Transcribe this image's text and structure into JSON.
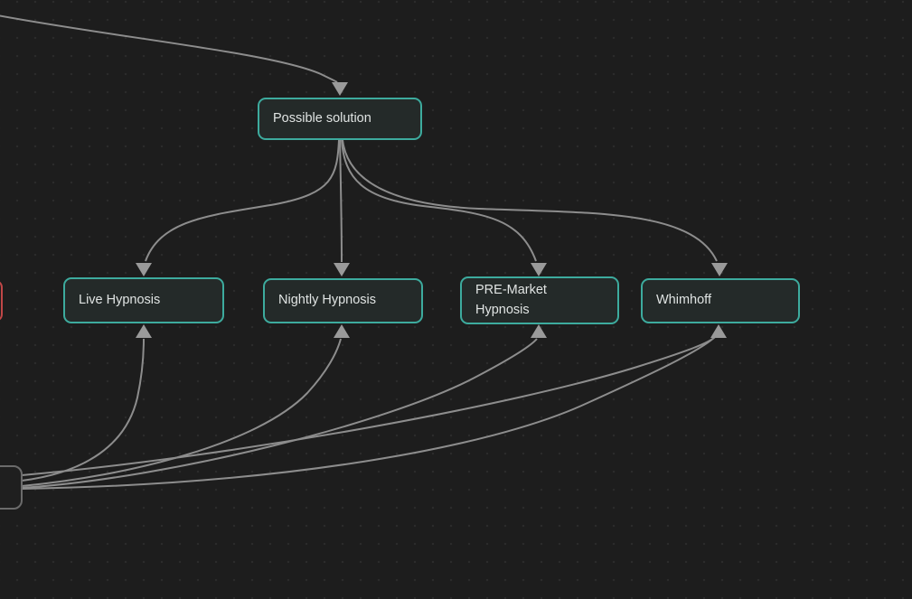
{
  "canvas": {
    "app_hint": "mind-map canvas with dot grid",
    "colors": {
      "background": "#1d1d1d",
      "grid_dot": "#2b2b2b",
      "node_fill": "#242a29",
      "node_border_accent": "#3dab9e",
      "partial_node_border_grey": "#6b6b6b",
      "partial_node_border_red": "#c04747",
      "edge": "#8d8d8d",
      "arrowhead": "#9a9a9a",
      "text": "#e0e4e3"
    },
    "nodes": [
      {
        "id": "possible-solution",
        "label": "Possible solution"
      },
      {
        "id": "live-hypnosis",
        "label": "Live Hypnosis"
      },
      {
        "id": "nightly-hypnosis",
        "label": "Nightly Hypnosis"
      },
      {
        "id": "pre-market-hypnosis",
        "label": "PRE-Market Hypnosis"
      },
      {
        "id": "whimhoff",
        "label": "Whimhoff"
      },
      {
        "id": "partial-node-bottom-left",
        "label": ""
      },
      {
        "id": "partial-node-red-left",
        "label": ""
      }
    ],
    "edges": [
      {
        "from": "offscreen-top-left",
        "to": "possible-solution"
      },
      {
        "from": "possible-solution",
        "to": "live-hypnosis"
      },
      {
        "from": "possible-solution",
        "to": "nightly-hypnosis"
      },
      {
        "from": "possible-solution",
        "to": "pre-market-hypnosis"
      },
      {
        "from": "possible-solution",
        "to": "whimhoff"
      },
      {
        "from": "partial-node-bottom-left",
        "to": "live-hypnosis"
      },
      {
        "from": "partial-node-bottom-left",
        "to": "nightly-hypnosis"
      },
      {
        "from": "partial-node-bottom-left",
        "to": "pre-market-hypnosis"
      },
      {
        "from": "partial-node-bottom-left",
        "to": "whimhoff"
      },
      {
        "from": "partial-node-bottom-left",
        "to": "whimhoff"
      }
    ]
  }
}
